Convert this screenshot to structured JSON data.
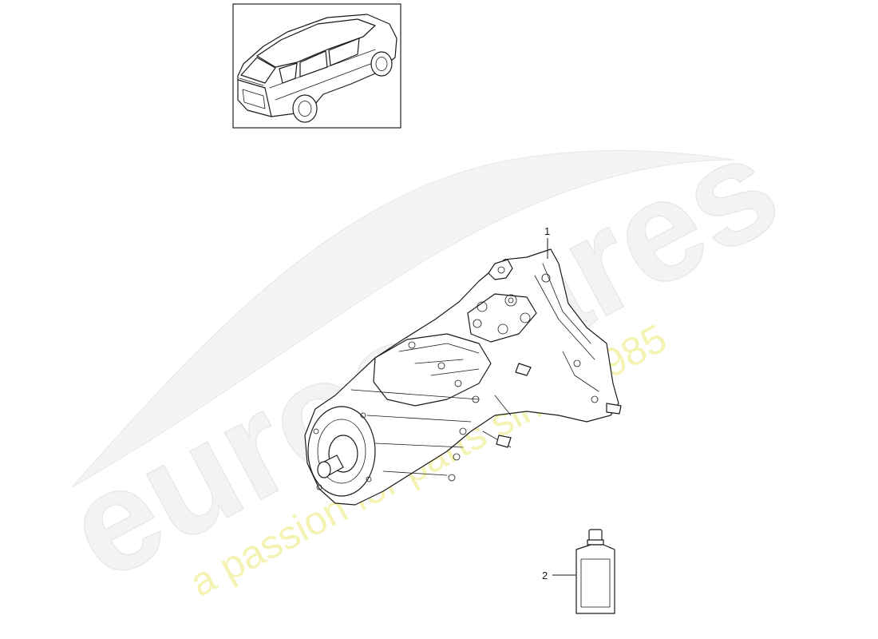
{
  "watermark": {
    "logo": "eurospares",
    "tagline": "a passion for parts since 1985"
  },
  "callouts": [
    {
      "number": "1",
      "part": "transmission"
    },
    {
      "number": "2",
      "part": "oil bottle"
    }
  ]
}
